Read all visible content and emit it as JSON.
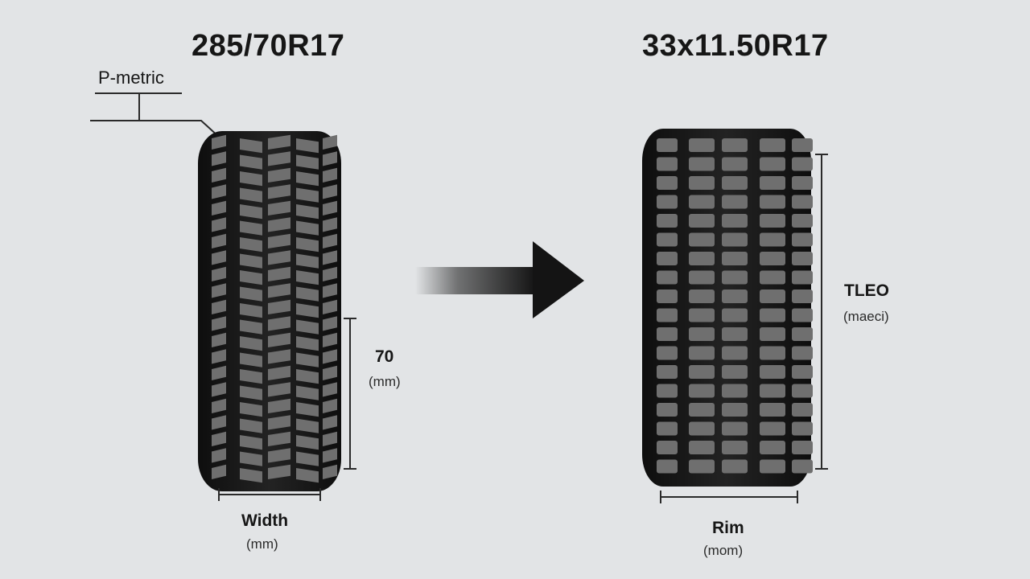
{
  "left_tire": {
    "title": "285/70R17",
    "callout_label": "P-metric",
    "height_value": "70",
    "height_unit": "(mm)",
    "width_label": "Width",
    "width_unit": "(mm)"
  },
  "right_tire": {
    "title": "33x11.50R17",
    "height_value": "TLEO",
    "height_unit": "(maeci)",
    "rim_label": "Rim",
    "rim_unit": "(mom)"
  },
  "colors": {
    "background": "#e2e4e6",
    "tire_body": "#1b1b1b",
    "tread_block": "#6f6f6f",
    "arrow": "#141414",
    "dimension_line": "#2a2a2a"
  },
  "icons": {
    "conversion_arrow": "right-arrow-icon"
  }
}
